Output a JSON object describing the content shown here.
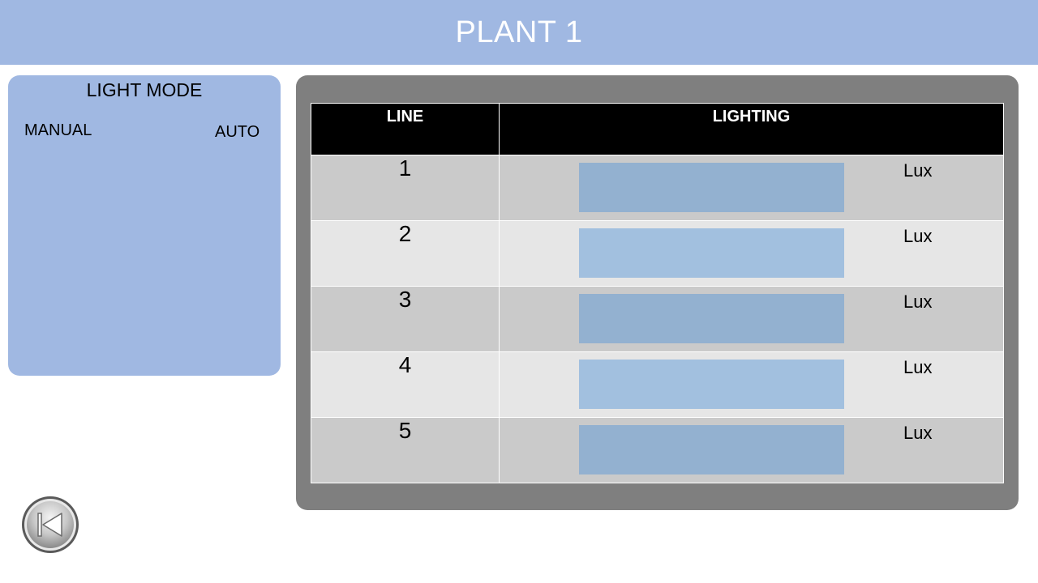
{
  "header": {
    "title": "PLANT 1"
  },
  "light_mode": {
    "title": "LIGHT MODE",
    "manual_label": "MANUAL",
    "auto_label": "AUTO"
  },
  "table": {
    "headers": {
      "line": "LINE",
      "lighting": "LIGHTING"
    },
    "rows": [
      {
        "line": "1",
        "lux_value": "",
        "unit": "Lux"
      },
      {
        "line": "2",
        "lux_value": "",
        "unit": "Lux"
      },
      {
        "line": "3",
        "lux_value": "",
        "unit": "Lux"
      },
      {
        "line": "4",
        "lux_value": "",
        "unit": "Lux"
      },
      {
        "line": "5",
        "lux_value": "",
        "unit": "Lux"
      }
    ]
  },
  "footer": {
    "back_icon": "skip-back-icon"
  },
  "colors": {
    "header_bg": "#a0b8e2",
    "panel_bg": "#a0b8e2",
    "frame_bg": "#7f7f7f",
    "row_odd": "#cacaca",
    "row_even": "#e6e6e6",
    "field_odd": "#93b1d0",
    "field_even": "#a2c0df"
  }
}
